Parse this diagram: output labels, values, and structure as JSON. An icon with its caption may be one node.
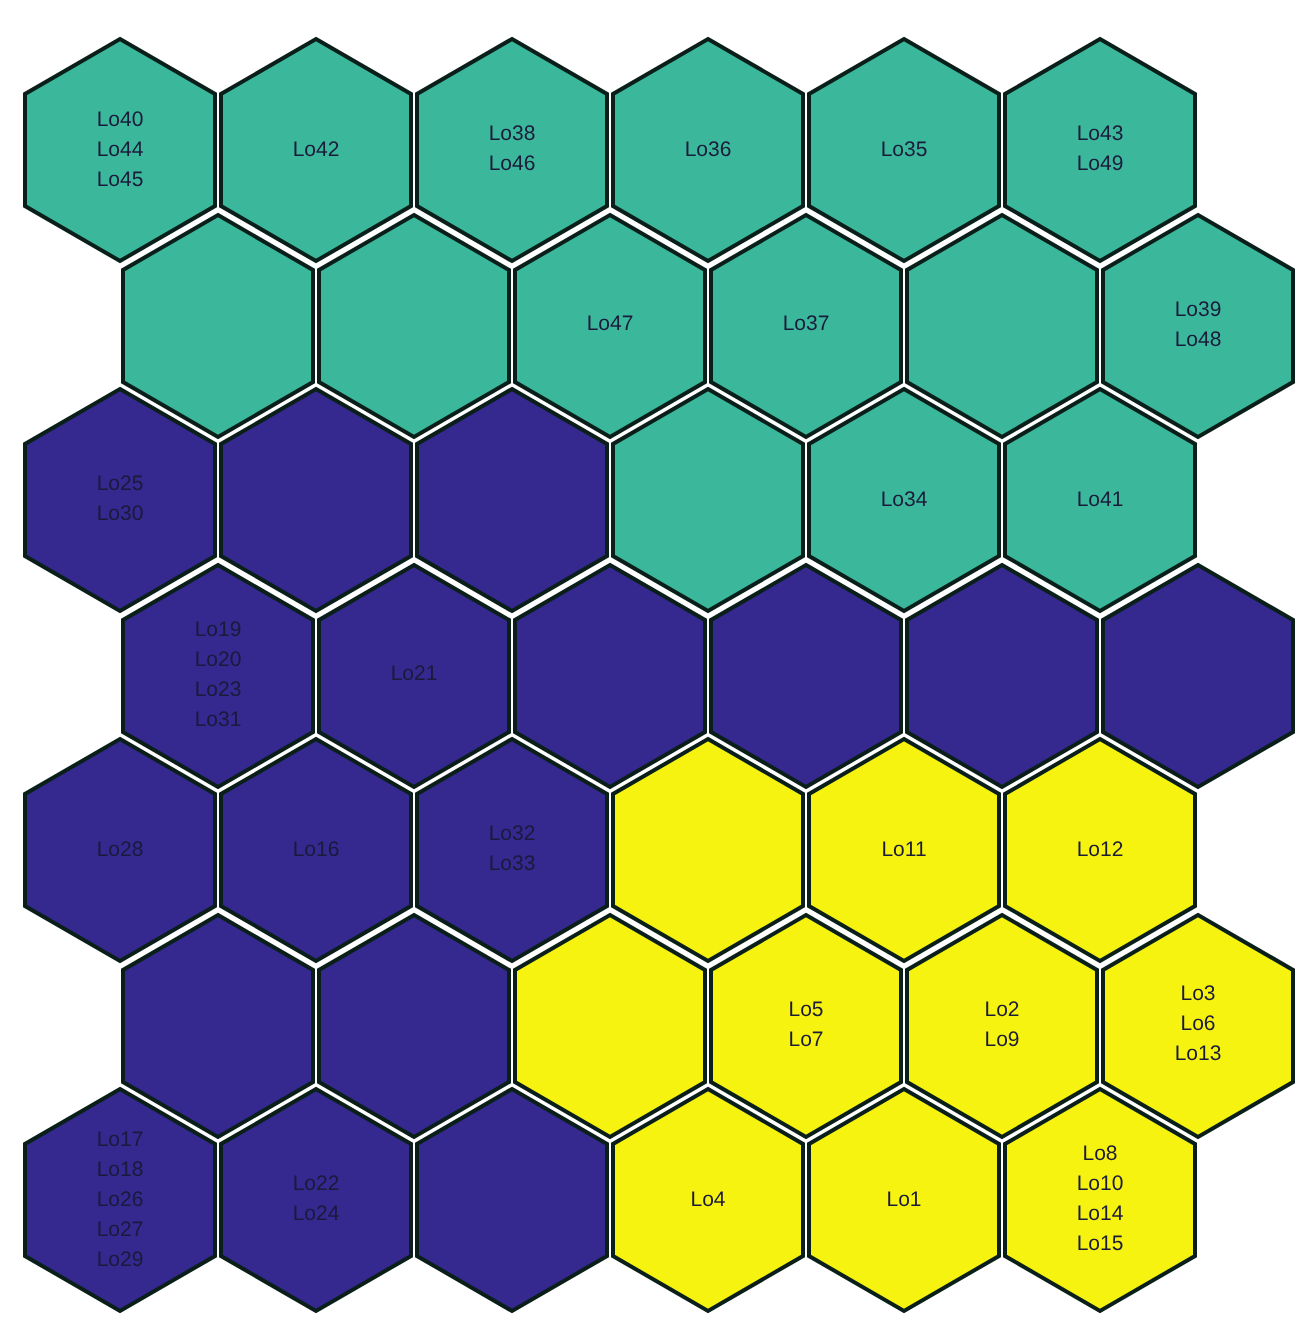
{
  "diagram": {
    "nodes": [
      {
        "text": [
          "Lo40",
          "Lo44",
          "Lo45"
        ]
      },
      {
        "text": [
          "Lo42"
        ]
      },
      {
        "text": [
          "Lo38",
          "Lo46"
        ]
      },
      {
        "text": [
          "Lo36"
        ]
      },
      {
        "text": [
          "Lo35"
        ]
      },
      {
        "text": [
          "Lo43",
          "Lo49"
        ]
      },
      {
        "text": [],
        "shape": "hexagon"
      },
      {
        "text": [],
        "shape": "hexagon"
      },
      {
        "text": [
          "Lo47"
        ]
      },
      {
        "text": [
          "Lo37"
        ]
      },
      {
        "text": [],
        "shape": "hexagon"
      },
      {
        "text": [
          "Lo39",
          "Lo48"
        ]
      },
      {
        "text": [
          "Lo25",
          "Lo30"
        ]
      },
      {
        "text": [],
        "shape": "hexagon"
      },
      {
        "text": [],
        "shape": "hexagon"
      },
      {
        "text": [],
        "shape": "hexagon"
      },
      {
        "text": [
          "Lo34"
        ]
      },
      {
        "text": [
          "Lo41"
        ]
      },
      {
        "text": [
          "Lo19",
          "Lo20",
          "Lo23",
          "Lo31"
        ]
      },
      {
        "text": [
          "Lo21"
        ]
      },
      {
        "text": [],
        "shape": "hexagon"
      },
      {
        "text": [],
        "shape": "hexagon"
      },
      {
        "text": [],
        "shape": "hexagon"
      },
      {
        "text": [],
        "shape": "hexagon"
      },
      {
        "text": [
          "Lo28"
        ]
      },
      {
        "text": [
          "Lo16"
        ]
      },
      {
        "text": [
          "Lo32",
          "Lo33"
        ]
      },
      {
        "text": [],
        "shape": "hexagon"
      },
      {
        "text": [
          "Lo11"
        ]
      },
      {
        "text": [
          "Lo12"
        ]
      },
      {
        "text": [],
        "shape": "hexagon"
      },
      {
        "text": [],
        "shape": "hexagon"
      },
      {
        "text": [],
        "shape": "hexagon"
      },
      {
        "text": [
          "Lo5",
          "Lo7"
        ]
      },
      {
        "text": [
          "Lo2",
          "Lo9"
        ]
      },
      {
        "text": [
          "Lo3",
          "Lo6",
          "Lo13"
        ]
      },
      {
        "text": [
          "Lo17",
          "Lo18",
          "Lo26",
          "Lo27",
          "Lo29"
        ]
      },
      {
        "text": [
          "Lo22",
          "Lo24"
        ]
      },
      {
        "text": [],
        "shape": "hexagon"
      },
      {
        "text": [
          "Lo4"
        ]
      },
      {
        "text": [
          "Lo1"
        ]
      },
      {
        "text": [
          "Lo8",
          "Lo10",
          "Lo14",
          "Lo15"
        ]
      }
    ]
  }
}
